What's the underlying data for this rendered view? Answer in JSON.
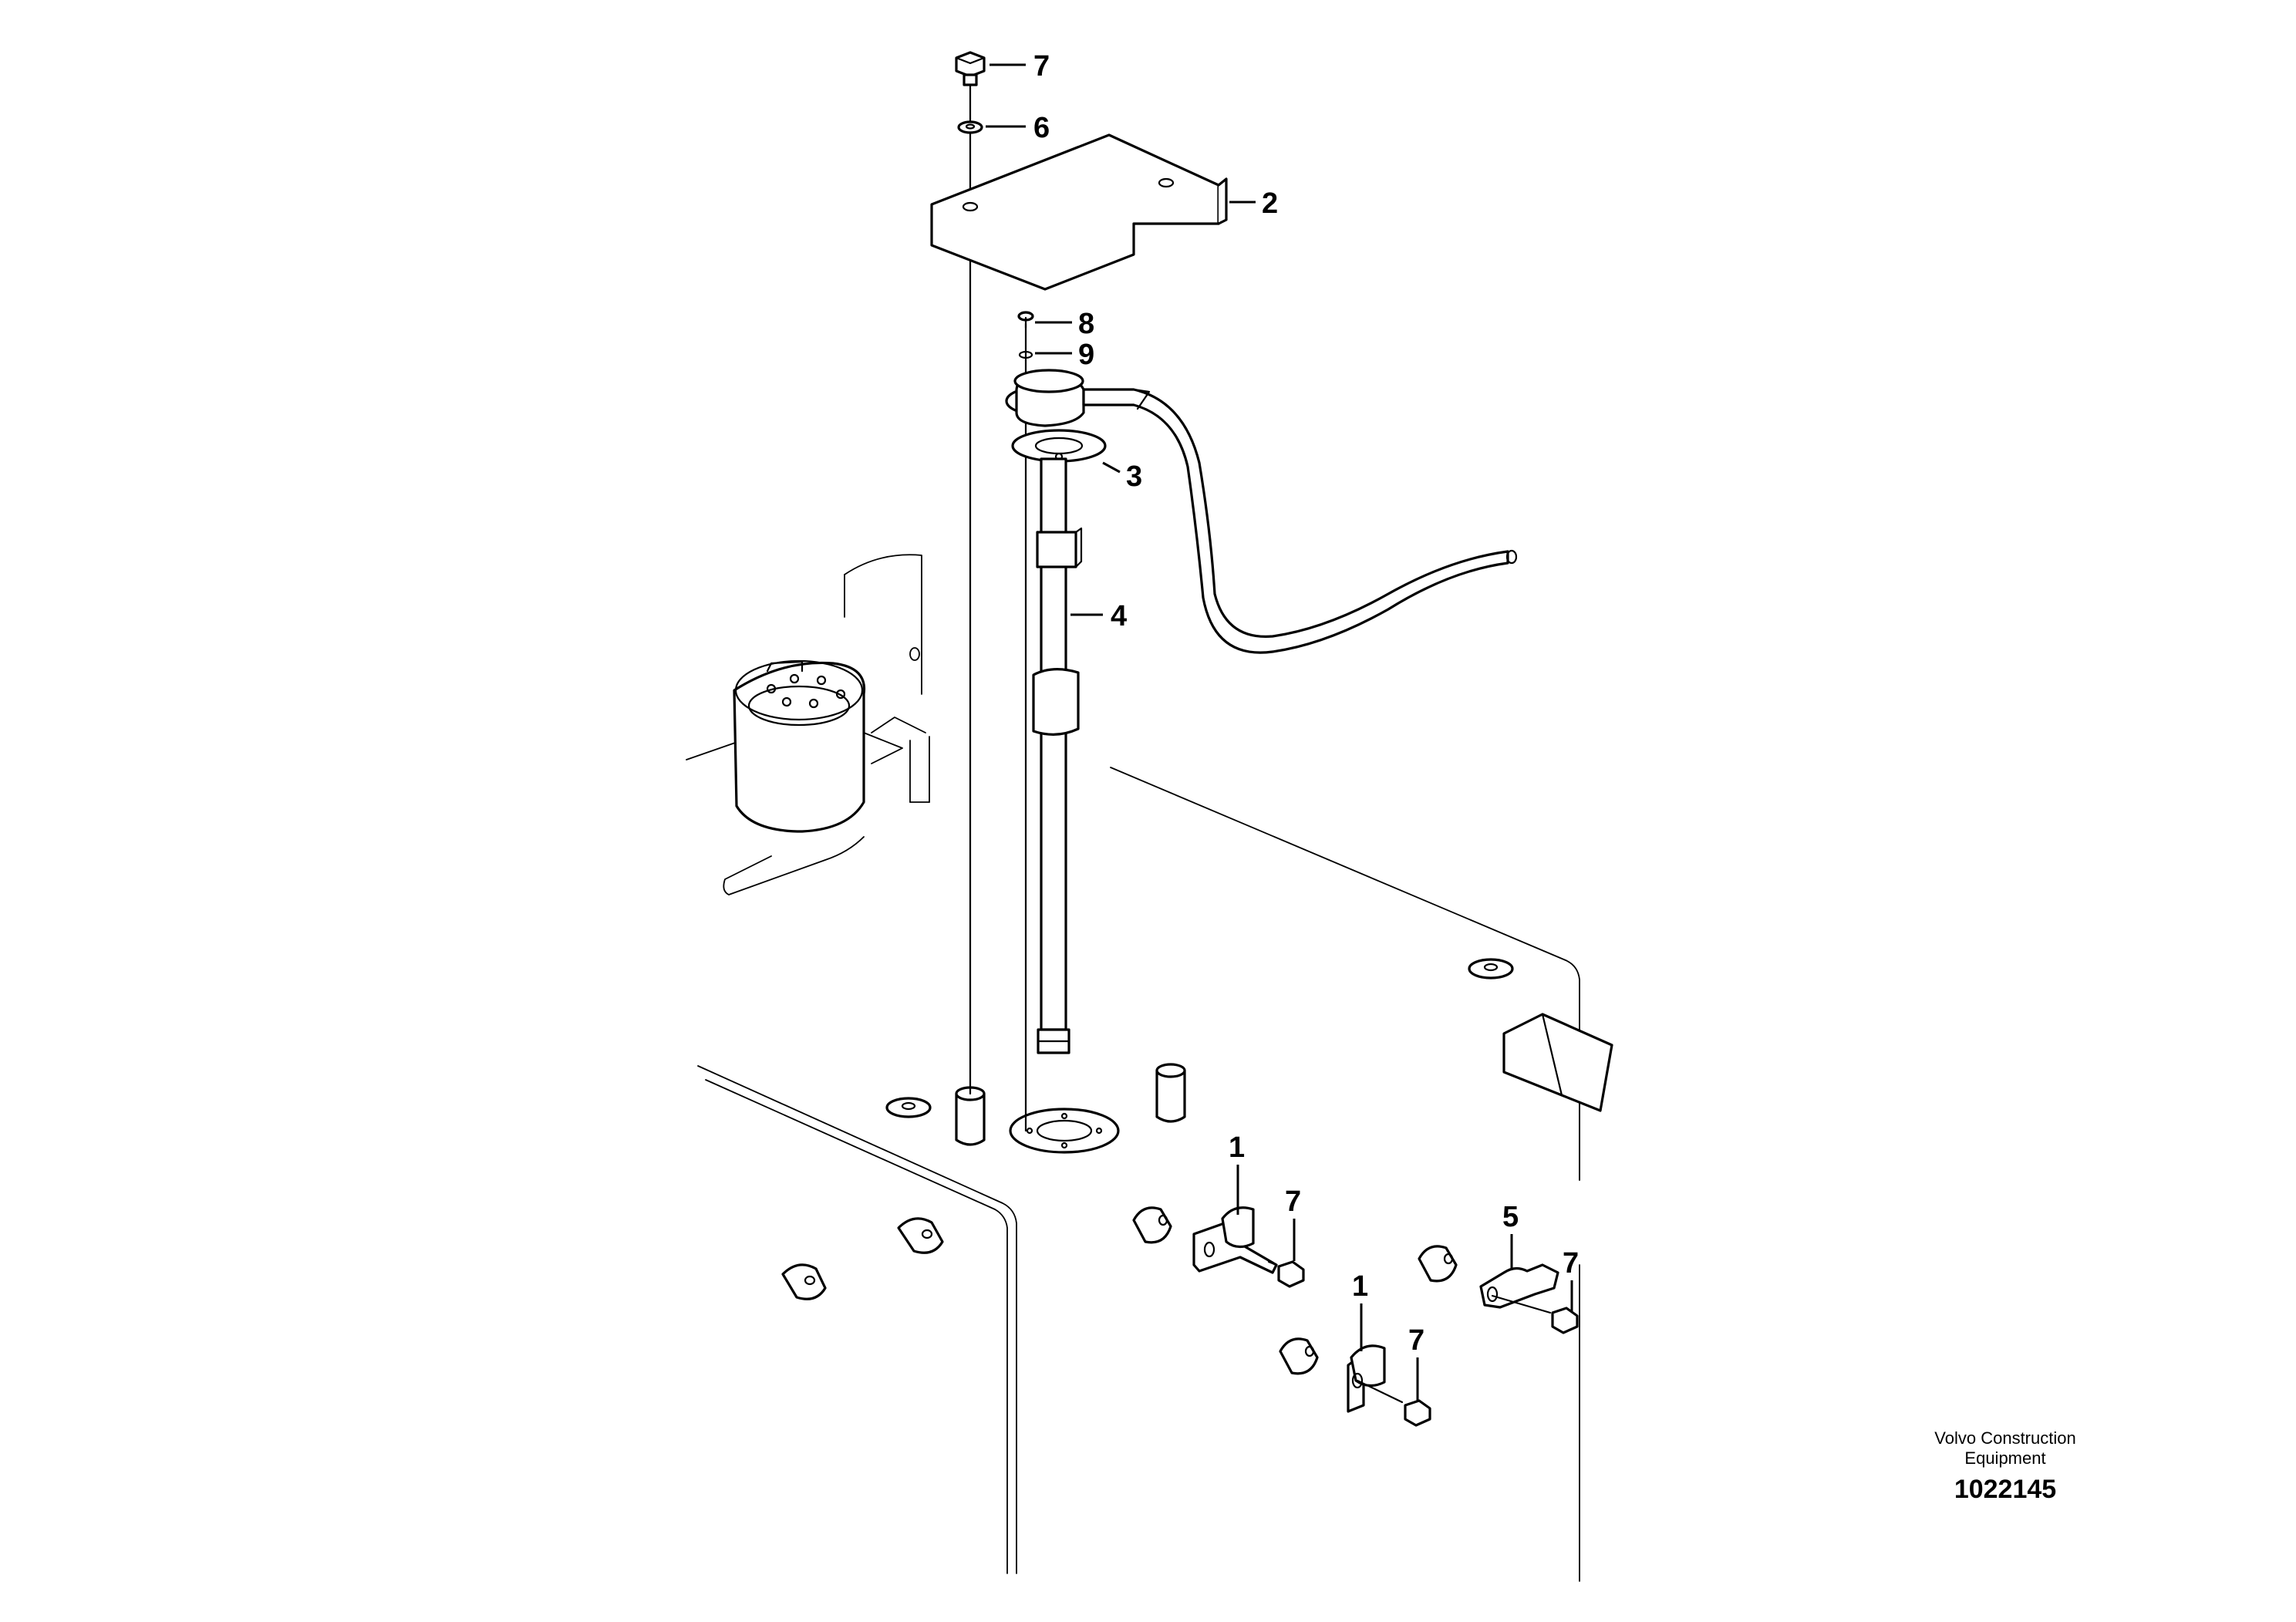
{
  "callouts": [
    {
      "id": "c7-top",
      "label": "7"
    },
    {
      "id": "c6",
      "label": "6"
    },
    {
      "id": "c2",
      "label": "2"
    },
    {
      "id": "c8",
      "label": "8"
    },
    {
      "id": "c9",
      "label": "9"
    },
    {
      "id": "c3",
      "label": "3"
    },
    {
      "id": "c4",
      "label": "4"
    },
    {
      "id": "c1-a",
      "label": "1"
    },
    {
      "id": "c7-a",
      "label": "7"
    },
    {
      "id": "c5",
      "label": "5"
    },
    {
      "id": "c7-b",
      "label": "7"
    },
    {
      "id": "c1-b",
      "label": "1"
    },
    {
      "id": "c7-c",
      "label": "7"
    }
  ],
  "credit": {
    "line1": "Volvo Construction",
    "line2": "Equipment",
    "number": "1022145"
  }
}
